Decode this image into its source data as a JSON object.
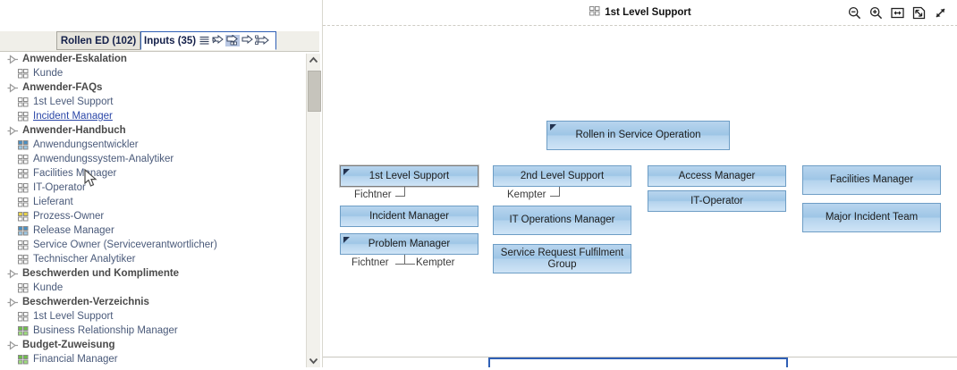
{
  "left_panel": {
    "tabs": [
      {
        "id": "rollen-ed",
        "label": "Rollen ED (102)",
        "active": false
      },
      {
        "id": "inputs",
        "label": "Inputs (35)",
        "active": true
      }
    ],
    "toolbar_icons": [
      "list-icon",
      "filter-arrow-icon",
      "filter-arrow-table-icon",
      "arrow-outline-icon",
      "arrow-hierarchy-icon"
    ],
    "tree": [
      {
        "type": "group",
        "label": "Anwender-Eskalation",
        "icon": "expand-arrow-icon"
      },
      {
        "type": "item",
        "label": "Kunde",
        "icon": "role-icon-plain"
      },
      {
        "type": "group",
        "label": "Anwender-FAQs",
        "icon": "expand-arrow-icon"
      },
      {
        "type": "item",
        "label": "1st Level Support",
        "icon": "role-icon-plain"
      },
      {
        "type": "item",
        "label": "Incident Manager",
        "icon": "role-icon-plain",
        "link": true
      },
      {
        "type": "group",
        "label": "Anwender-Handbuch",
        "icon": "expand-arrow-icon"
      },
      {
        "type": "item",
        "label": "Anwendungsentwickler",
        "icon": "role-icon-blue"
      },
      {
        "type": "item",
        "label": "Anwendungssystem-Analytiker",
        "icon": "role-icon-plain"
      },
      {
        "type": "item",
        "label": "Facilities Manager",
        "icon": "role-icon-plain"
      },
      {
        "type": "item",
        "label": "IT-Operator",
        "icon": "role-icon-plain"
      },
      {
        "type": "item",
        "label": "Lieferant",
        "icon": "role-icon-plain"
      },
      {
        "type": "item",
        "label": "Prozess-Owner",
        "icon": "role-icon-yellow"
      },
      {
        "type": "item",
        "label": "Release Manager",
        "icon": "role-icon-blue"
      },
      {
        "type": "item",
        "label": "Service Owner (Serviceverantwortlicher)",
        "icon": "role-icon-plain"
      },
      {
        "type": "item",
        "label": "Technischer Analytiker",
        "icon": "role-icon-plain"
      },
      {
        "type": "group",
        "label": "Beschwerden und Komplimente",
        "icon": "expand-arrow-icon"
      },
      {
        "type": "item",
        "label": "Kunde",
        "icon": "role-icon-plain"
      },
      {
        "type": "group",
        "label": "Beschwerden-Verzeichnis",
        "icon": "expand-arrow-icon"
      },
      {
        "type": "item",
        "label": "1st Level Support",
        "icon": "role-icon-plain"
      },
      {
        "type": "item",
        "label": "Business Relationship Manager",
        "icon": "role-icon-green"
      },
      {
        "type": "group",
        "label": "Budget-Zuweisung",
        "icon": "expand-arrow-icon"
      },
      {
        "type": "item",
        "label": "Financial Manager",
        "icon": "role-icon-green"
      }
    ],
    "scrollbar": {
      "up": "scroll-up-arrow",
      "down": "scroll-down-arrow"
    }
  },
  "diagram": {
    "title": "1st Level Support",
    "title_icon": "role-icon-plain",
    "tools": [
      {
        "id": "zoom-out",
        "label": "zoom-out-icon"
      },
      {
        "id": "zoom-in",
        "label": "zoom-in-icon"
      },
      {
        "id": "fit-width",
        "label": "fit-width-icon"
      },
      {
        "id": "fit-page",
        "label": "fit-page-icon"
      },
      {
        "id": "fullscreen",
        "label": "fullscreen-icon"
      }
    ],
    "nodes": [
      {
        "id": "rollen-in-service-operation",
        "label": "Rollen in Service Operation",
        "flag": true,
        "selected": false
      },
      {
        "id": "first-level-support",
        "label": "1st Level Support",
        "flag": true,
        "selected": true
      },
      {
        "id": "second-level-support",
        "label": "2nd Level Support",
        "flag": false,
        "selected": false
      },
      {
        "id": "access-manager",
        "label": "Access Manager",
        "flag": false,
        "selected": false
      },
      {
        "id": "facilities-manager",
        "label": "Facilities Manager",
        "flag": false,
        "selected": false
      },
      {
        "id": "incident-manager",
        "label": "Incident Manager",
        "flag": false,
        "selected": false
      },
      {
        "id": "it-operations-manager",
        "label": "IT Operations Manager",
        "flag": false,
        "selected": false
      },
      {
        "id": "it-operator",
        "label": "IT-Operator",
        "flag": false,
        "selected": false
      },
      {
        "id": "major-incident-team",
        "label": "Major Incident Team",
        "flag": false,
        "selected": false
      },
      {
        "id": "problem-manager",
        "label": "Problem Manager",
        "flag": true,
        "selected": false
      },
      {
        "id": "service-request-fulfilment-group",
        "label": "Service Request Fulfilment Group",
        "flag": false,
        "selected": false
      }
    ],
    "person_labels": [
      {
        "id": "fichtner-1",
        "label": "Fichtner"
      },
      {
        "id": "kempter-1",
        "label": "Kempter"
      },
      {
        "id": "fichtner-2",
        "label": "Fichtner"
      },
      {
        "id": "kempter-2",
        "label": "Kempter"
      }
    ]
  },
  "colors": {
    "node_fill": "#9ec6e6",
    "node_border": "#6d9dc5",
    "tab_active_border": "#2f5fb5",
    "link": "#2b47a8",
    "icon_blue": "#4a90c4",
    "icon_yellow": "#e8d24a",
    "icon_green": "#6fbf4a"
  }
}
